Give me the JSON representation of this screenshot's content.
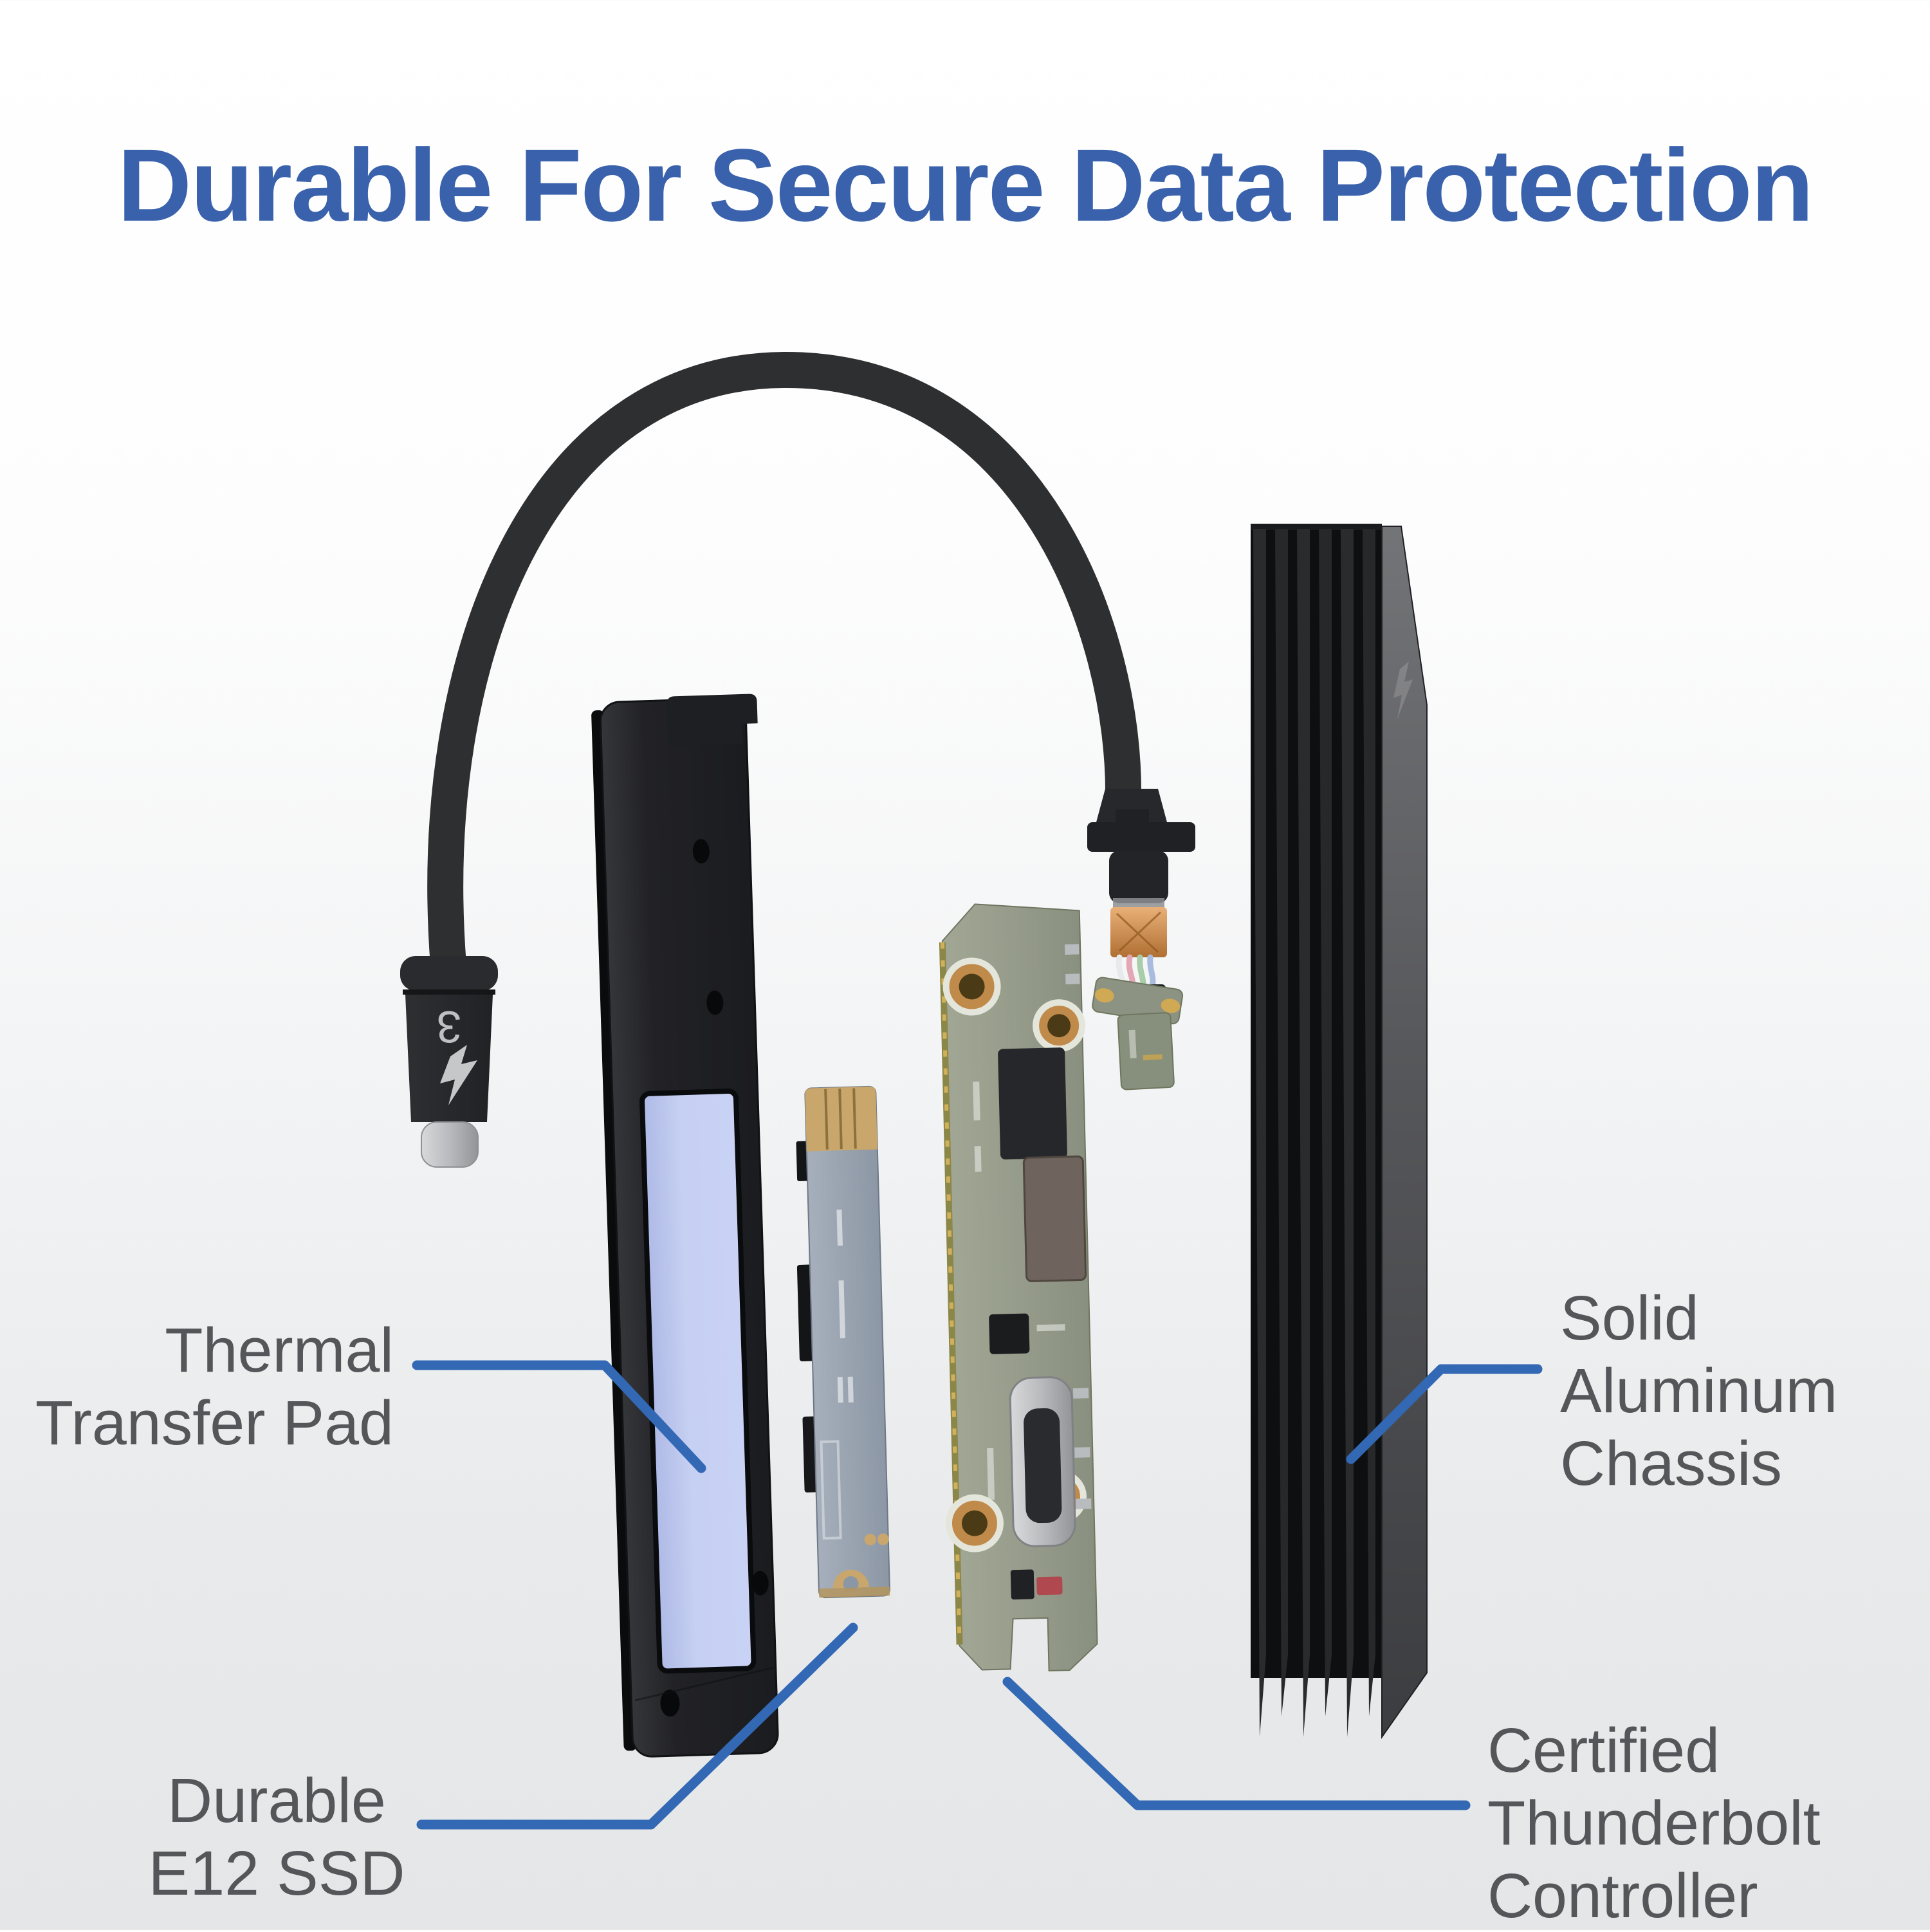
{
  "title": {
    "text": "Durable For Secure Data Protection",
    "color": "#3A62AC"
  },
  "callouts": {
    "line_color": "#3368B4",
    "text_color": "#54565A",
    "thermal_pad": {
      "line1": "Thermal",
      "line2": "Transfer Pad"
    },
    "durable_ssd": {
      "line1": "Durable",
      "line2": "E12 SSD"
    },
    "aluminum_chassis": {
      "line1": "Solid",
      "line2": "Aluminum",
      "line3": "Chassis"
    },
    "thunderbolt_controller": {
      "line1": "Certified",
      "line2": "Thunderbolt",
      "line3": "Controller"
    }
  },
  "illustration": {
    "connector_marking": "3",
    "thunderbolt_icon": "lightning-bolt",
    "thermal_pad_color": "#C6D0F2",
    "cable_color": "#2E2F31",
    "chassis_color": "#1C1D1F",
    "ssd_pcb_color": "#93A0AD",
    "controller_pcb_color": "#959C8D",
    "gold_color": "#C9A66C"
  }
}
